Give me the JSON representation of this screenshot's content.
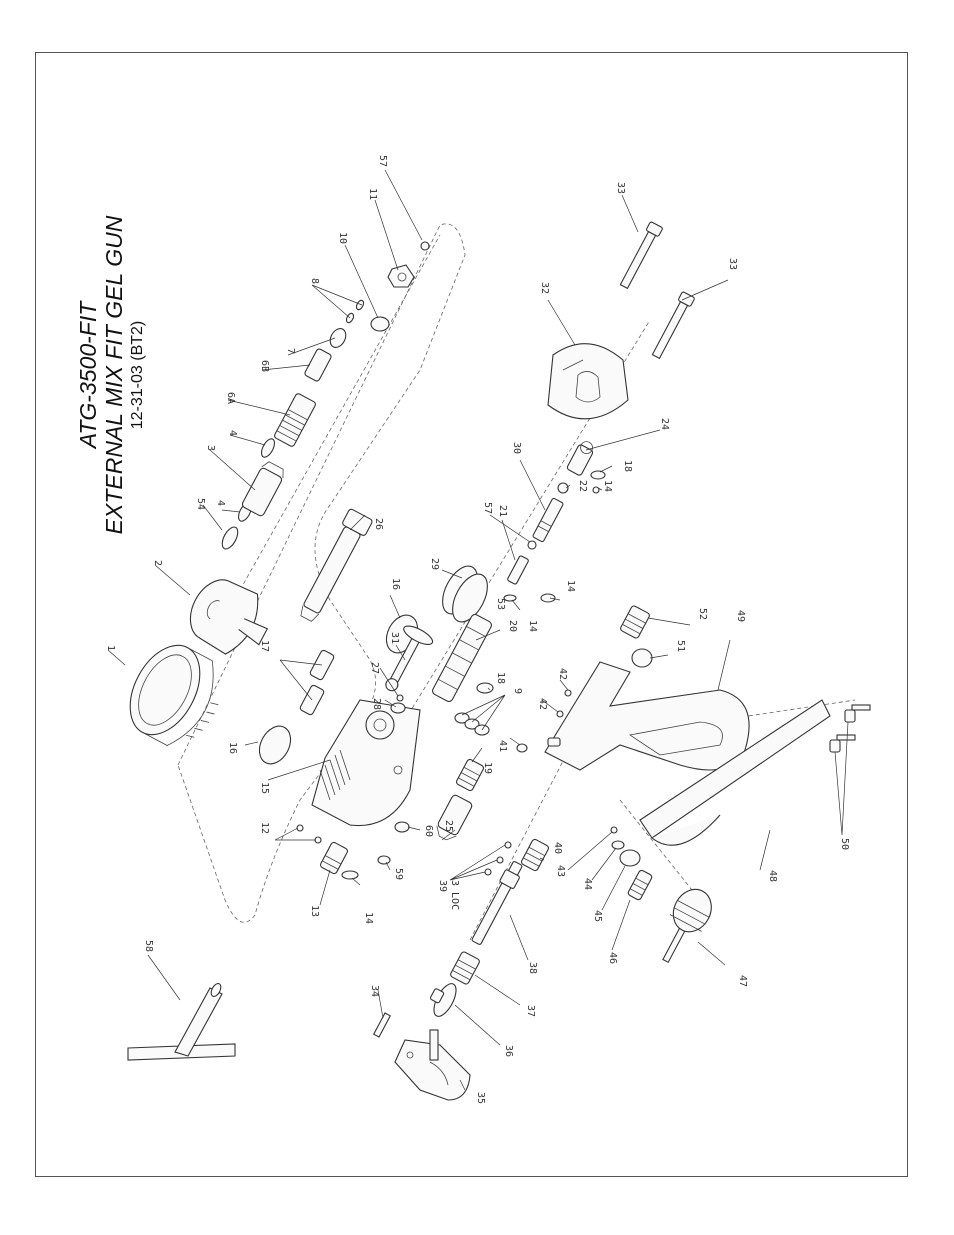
{
  "title": {
    "line1": "ATG-3500-FIT",
    "line2": "EXTERNAL MIX FIT GEL GUN",
    "line3": "12-31-03 (BT2)"
  },
  "callouts": [
    {
      "id": "c1",
      "text": "1"
    },
    {
      "id": "c2",
      "text": "2"
    },
    {
      "id": "c3",
      "text": "3"
    },
    {
      "id": "c4a",
      "text": "4"
    },
    {
      "id": "c4b",
      "text": "4"
    },
    {
      "id": "c54",
      "text": "54"
    },
    {
      "id": "c6a",
      "text": "6A"
    },
    {
      "id": "c6b",
      "text": "6B"
    },
    {
      "id": "c7",
      "text": "7"
    },
    {
      "id": "c8",
      "text": "8"
    },
    {
      "id": "c10",
      "text": "10"
    },
    {
      "id": "c11",
      "text": "11"
    },
    {
      "id": "c57a",
      "text": "57"
    },
    {
      "id": "c33a",
      "text": "33"
    },
    {
      "id": "c33b",
      "text": "33"
    },
    {
      "id": "c32",
      "text": "32"
    },
    {
      "id": "c24",
      "text": "24"
    },
    {
      "id": "c18a",
      "text": "18"
    },
    {
      "id": "c14a",
      "text": "14"
    },
    {
      "id": "c22",
      "text": "22"
    },
    {
      "id": "c30",
      "text": "30"
    },
    {
      "id": "c57b",
      "text": "57"
    },
    {
      "id": "c21",
      "text": "21"
    },
    {
      "id": "c14b",
      "text": "14"
    },
    {
      "id": "c53",
      "text": "53"
    },
    {
      "id": "c14c",
      "text": "14"
    },
    {
      "id": "c29",
      "text": "29"
    },
    {
      "id": "c16a",
      "text": "16"
    },
    {
      "id": "c26",
      "text": "26"
    },
    {
      "id": "c31",
      "text": "31"
    },
    {
      "id": "c20",
      "text": "20"
    },
    {
      "id": "c18b",
      "text": "18"
    },
    {
      "id": "c9",
      "text": "9"
    },
    {
      "id": "c52",
      "text": "52"
    },
    {
      "id": "c51",
      "text": "51"
    },
    {
      "id": "c49",
      "text": "49"
    },
    {
      "id": "c42a",
      "text": "42"
    },
    {
      "id": "c42b",
      "text": "42"
    },
    {
      "id": "c41",
      "text": "41"
    },
    {
      "id": "c17",
      "text": "17"
    },
    {
      "id": "c27",
      "text": "27"
    },
    {
      "id": "c28",
      "text": "28"
    },
    {
      "id": "c19",
      "text": "19"
    },
    {
      "id": "c16b",
      "text": "16"
    },
    {
      "id": "c15",
      "text": "15"
    },
    {
      "id": "c12",
      "text": "12"
    },
    {
      "id": "c60",
      "text": "60"
    },
    {
      "id": "c25",
      "text": "25"
    },
    {
      "id": "c40",
      "text": "40"
    },
    {
      "id": "c59",
      "text": "59"
    },
    {
      "id": "c13",
      "text": "13"
    },
    {
      "id": "c14d",
      "text": "14"
    },
    {
      "id": "c39",
      "text": "39"
    },
    {
      "id": "c3loc",
      "text": "3 LOC"
    },
    {
      "id": "c43",
      "text": "43"
    },
    {
      "id": "c44",
      "text": "44"
    },
    {
      "id": "c48",
      "text": "48"
    },
    {
      "id": "c50",
      "text": "50"
    },
    {
      "id": "c45",
      "text": "45"
    },
    {
      "id": "c46",
      "text": "46"
    },
    {
      "id": "c47",
      "text": "47"
    },
    {
      "id": "c38",
      "text": "38"
    },
    {
      "id": "c37",
      "text": "37"
    },
    {
      "id": "c36",
      "text": "36"
    },
    {
      "id": "c35",
      "text": "35"
    },
    {
      "id": "c34",
      "text": "34"
    },
    {
      "id": "c58",
      "text": "58"
    }
  ]
}
